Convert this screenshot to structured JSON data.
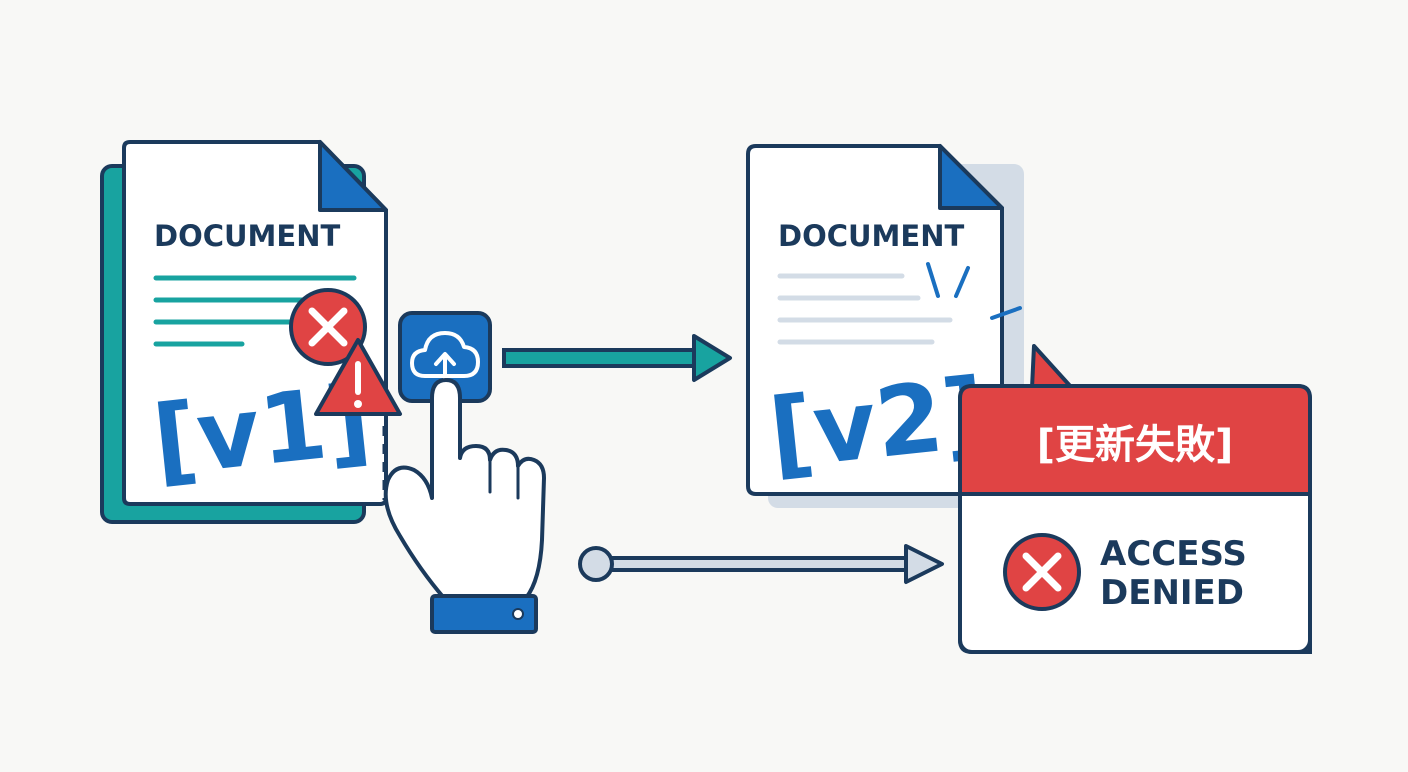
{
  "doc_v1": {
    "title": "DOCUMENT",
    "version": "[v1]"
  },
  "doc_v2": {
    "title": "DOCUMENT",
    "version": "[v2]"
  },
  "error_panel": {
    "title": "[更新失敗]",
    "message_line1": "ACCESS",
    "message_line2": "DENIED"
  },
  "icons": {
    "error": "error-x-icon",
    "warning": "warning-triangle-icon",
    "upload": "cloud-upload-icon",
    "hand": "pointing-hand-icon"
  },
  "colors": {
    "navy": "#1b3a5c",
    "blue": "#1a6fc0",
    "teal": "#18a3a0",
    "red": "#e04444",
    "light": "#d3dce6",
    "paper": "#ffffff"
  }
}
